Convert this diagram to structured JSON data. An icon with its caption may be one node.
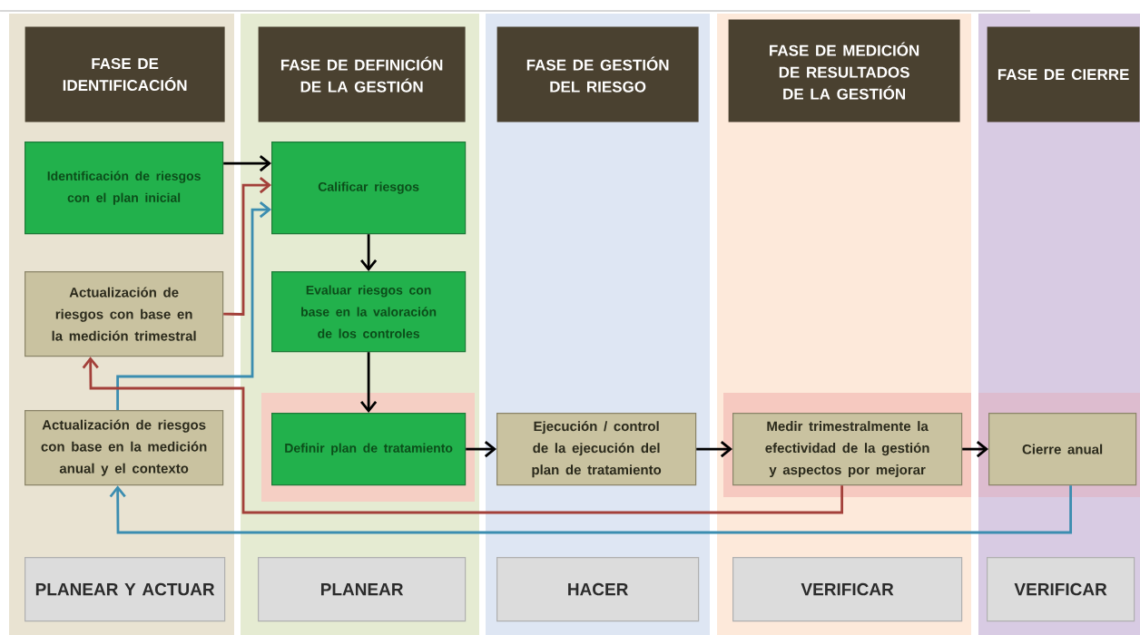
{
  "diagram": {
    "nodes": [
      {
        "text": [],
        "shape": "band"
      },
      {
        "text": [
          "FASE DE IDENTIFICACIÓN"
        ],
        "in": 0
      },
      {
        "text": [
          "Identificación de riesgos con el plan inicial"
        ],
        "in": 0
      },
      {
        "text": [
          "Actualización de riesgos con base en la medición trimestral"
        ],
        "in": 0
      },
      {
        "text": [
          "Actualización de riesgos con base en la medición anual y el contexto"
        ],
        "in": 0
      },
      {
        "text": [
          "PLANEAR Y ACTUAR"
        ],
        "in": 0
      },
      {
        "text": [],
        "shape": "band"
      },
      {
        "text": [
          "FASE DE DEFINICIÓN DE LA GESTIÓN"
        ],
        "in": 6
      },
      {
        "text": [
          "Calificar riesgos"
        ],
        "in": 6
      },
      {
        "text": [
          "Evaluar riesgos con base en la valoración de los controles"
        ],
        "in": 6
      },
      {
        "text": [
          "Definir plan de tratamiento"
        ],
        "in": 6
      },
      {
        "text": [
          "PLANEAR"
        ],
        "in": 6
      },
      {
        "text": [],
        "shape": "band"
      },
      {
        "text": [
          "FASE DE GESTIÓN DEL RIESGO"
        ],
        "in": 12
      },
      {
        "text": [
          "Ejecución / control de la ejecución del plan de tratamiento"
        ],
        "in": 12
      },
      {
        "text": [
          "HACER"
        ],
        "in": 12
      },
      {
        "text": [],
        "shape": "band"
      },
      {
        "text": [
          "FASE DE MEDICIÓN DE RESULTADOS DE LA GESTIÓN"
        ],
        "in": 16
      },
      {
        "text": [
          "Medir trimestralmente la efectividad de la gestión y aspectos por mejorar"
        ],
        "in": 16
      },
      {
        "text": [
          "VERIFICAR"
        ],
        "in": 16
      },
      {
        "text": [],
        "shape": "band"
      },
      {
        "text": [
          "FASE DE CIERRE"
        ],
        "in": 20
      },
      {
        "text": [
          "Cierre anual"
        ],
        "in": 20
      },
      {
        "text": [
          "VERIFICAR"
        ],
        "in": 20
      }
    ],
    "edges": [
      {
        "from": 2,
        "to": 8,
        "arrow": "to"
      },
      {
        "from": 3,
        "to": 8,
        "arrow": "to",
        "color": "#a3403a"
      },
      {
        "from": 4,
        "to": 8,
        "arrow": "to",
        "color": "#3b8db0"
      },
      {
        "from": 8,
        "to": 9,
        "arrow": "to"
      },
      {
        "from": 9,
        "to": 10,
        "arrow": "to"
      },
      {
        "from": 10,
        "to": 14,
        "arrow": "to"
      },
      {
        "from": 14,
        "to": 18,
        "arrow": "to"
      },
      {
        "from": 18,
        "to": 22,
        "arrow": "to"
      },
      {
        "from": 18,
        "to": 3,
        "arrow": "to",
        "color": "#a3403a"
      },
      {
        "from": 22,
        "to": 4,
        "arrow": "to",
        "color": "#3b8db0"
      }
    ]
  }
}
